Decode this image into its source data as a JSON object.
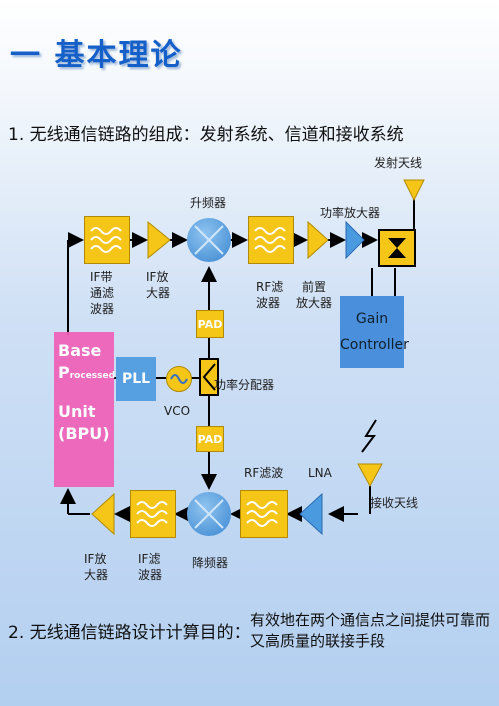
{
  "title": "一 基本理论",
  "heading1": "1. 无线通信链路的组成：发射系统、信道和接收系统",
  "heading2": "2. 无线通信链路设计计算目的：",
  "purpose": "有效地在两个通信点之间提供可靠而又高质量的联接手段",
  "labels": {
    "tx_antenna": "发射天线",
    "upconverter": "升频器",
    "power_amp": "功率放大器",
    "if_bpf_1": "IF带",
    "if_bpf_2": "通滤",
    "if_bpf_3": "波器",
    "if_amp_1": "IF放",
    "if_amp_2": "大器",
    "rf_filter_tx_1": "RF滤",
    "rf_filter_tx_2": "波器",
    "preamp_1": "前置",
    "preamp_2": "放大器",
    "pad": "PAD",
    "pll": "PLL",
    "vco": "VCO",
    "power_divider": "功率分配器",
    "gain_1": "Gain",
    "gain_2": "Controller",
    "bbu_1": "Base",
    "bbu_2": "P",
    "bbu_2_small": "rocessed",
    "bbu_3": "Unit",
    "bbu_4": "(BPU)",
    "rf_filter_rx": "RF滤波",
    "lna": "LNA",
    "rx_antenna": "接收天线",
    "if_amp_rx_1": "IF放",
    "if_amp_rx_2": "大器",
    "if_filter_rx_1": "IF滤",
    "if_filter_rx_2": "波器",
    "downconverter": "降频器"
  }
}
